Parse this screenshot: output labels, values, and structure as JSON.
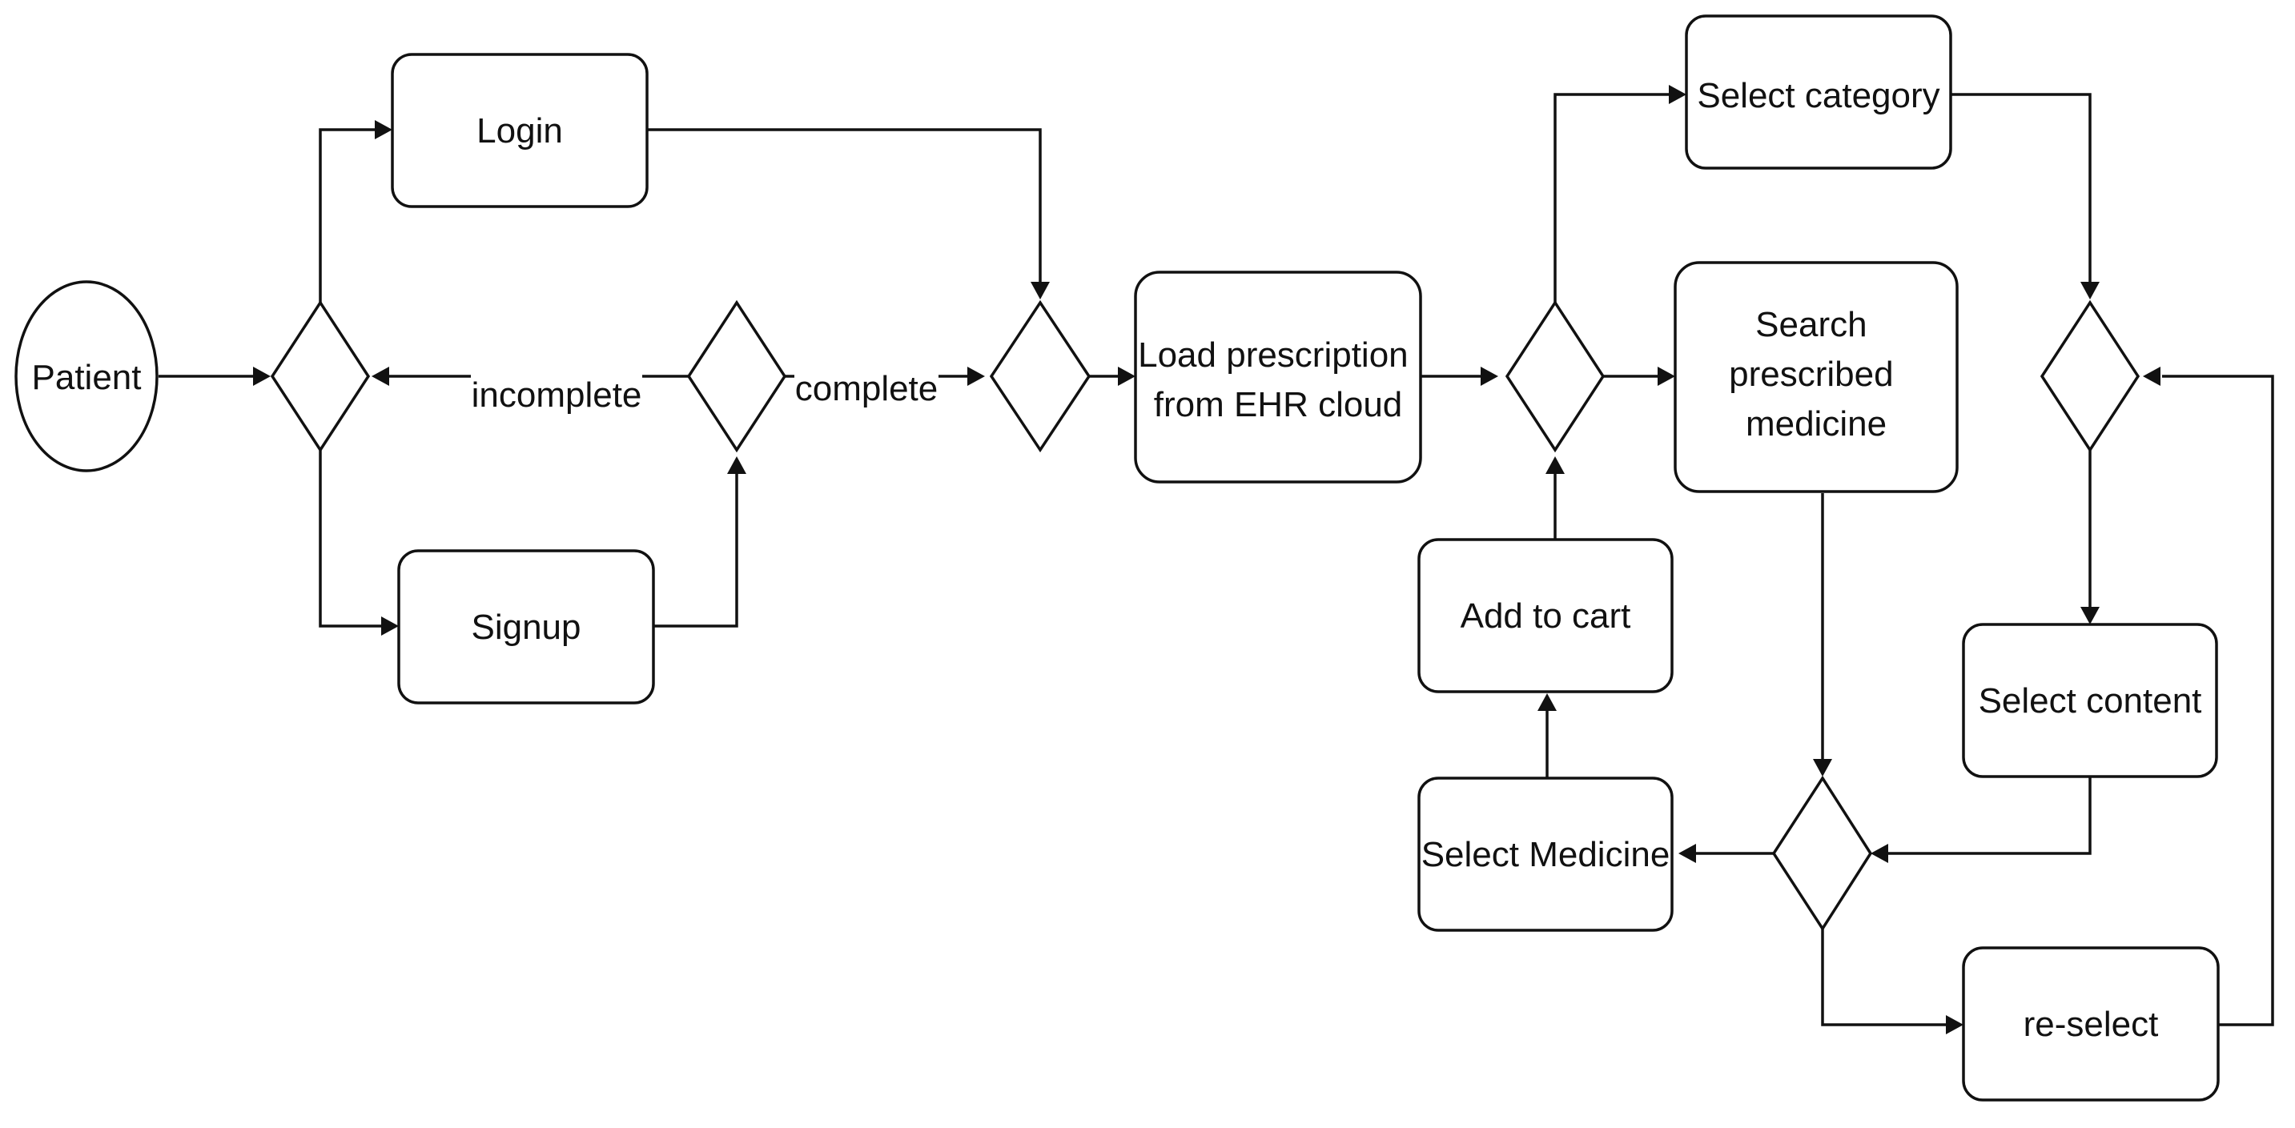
{
  "nodes": {
    "patient": "Patient",
    "login": "Login",
    "signup": "Signup",
    "load_prescription": [
      "Load prescription",
      "from EHR cloud"
    ],
    "select_category": "Select category",
    "search_medicine": [
      "Search",
      "prescribed",
      "medicine"
    ],
    "add_to_cart": "Add to cart",
    "select_medicine": "Select Medicine",
    "select_content": "Select content",
    "reselect": "re-select"
  },
  "edge_labels": {
    "incomplete": "incomplete",
    "complete": "complete"
  }
}
